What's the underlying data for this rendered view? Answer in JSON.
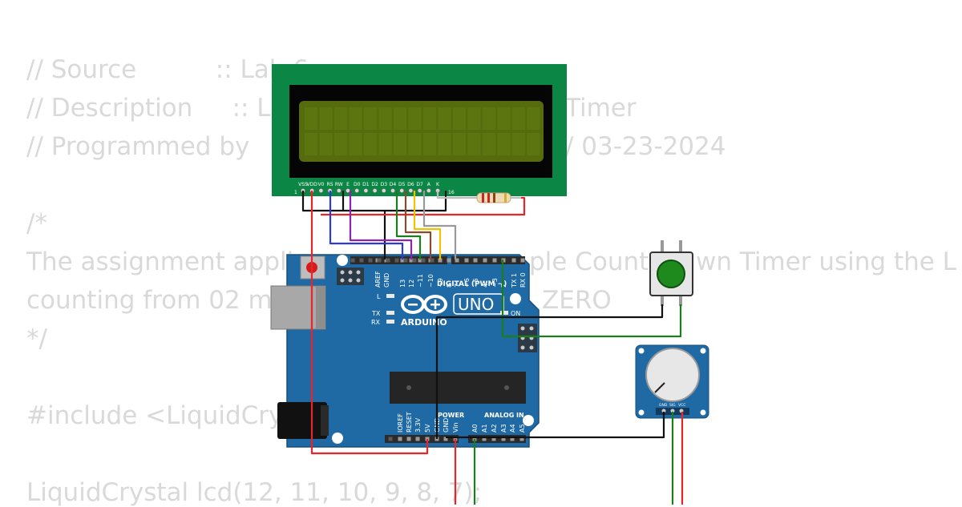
{
  "code_lines": [
    "// Source          :: Lab 6",
    "// Description     :: La",
    "Timer",
    "// Programmed by   :",
    "/ 03-23-2024",
    "/*",
    "The assignment applic",
    "ple Count",
    "wn Timer using the L",
    "counting from 02 mi",
    "ZERO",
    "*/",
    "#include <LiquidCrys",
    "LiquidCrystal lcd(12, 11, 10, 9, 8, 7);"
  ],
  "lcd": {
    "pin_labels": [
      "VSS",
      "VDD",
      "V0",
      "RS",
      "RW",
      "E",
      "D0",
      "D1",
      "D2",
      "D3",
      "D4",
      "D5",
      "D6",
      "D7",
      "A",
      "K"
    ],
    "pin_first": "1",
    "pin_last": "16"
  },
  "arduino": {
    "brand": "ARDUINO",
    "model": "UNO",
    "digital_label": "DIGITAL (PWM ~)",
    "power_label": "POWER",
    "analog_label": "ANALOG IN",
    "led_l": "L",
    "led_tx": "TX",
    "led_rx": "RX",
    "led_on": "ON",
    "top_pins": [
      "AREF",
      "GND",
      "13",
      "12",
      "~11",
      "~10",
      "~9",
      "8",
      "7",
      "~6",
      "~5",
      "4",
      "~3",
      "2",
      "TX 1",
      "RX 0"
    ],
    "bottom_pins": [
      "IOREF",
      "RESET",
      "3.3V",
      "5V",
      "GND",
      "GND",
      "Vin",
      "A0",
      "A1",
      "A2",
      "A3",
      "A4",
      "A5"
    ]
  },
  "potentiometer": {
    "pin_labels": [
      "GND",
      "SIG",
      "VCC"
    ]
  },
  "colors": {
    "board": "#1f6aa5",
    "lcd_pcb": "#0b8645",
    "lcd_screen": "#556b0c",
    "wire_red": "#e8262a",
    "wire_black": "#111111",
    "wire_green": "#1a7f1a",
    "wire_blue": "#2a3bd6",
    "wire_purple": "#8a24a8",
    "wire_brown": "#8b4a2b",
    "wire_yellow": "#f2c200",
    "wire_gray": "#999999",
    "button_cap": "#1e8a1e"
  }
}
